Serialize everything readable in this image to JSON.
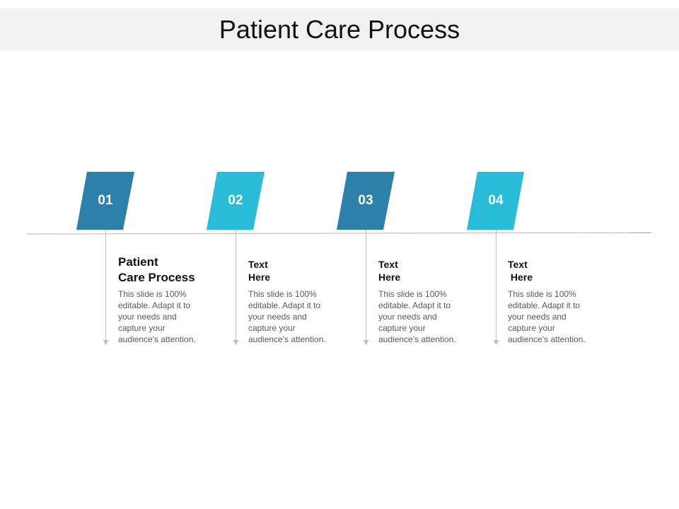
{
  "slide": {
    "title": "Patient Care Process"
  },
  "colors": {
    "dark_blue": "#2c80aa",
    "light_blue": "#29bcd8",
    "line": "#bfbfbf",
    "title_bg": "#f2f2f2"
  },
  "steps": [
    {
      "number": "01",
      "color": "dark_blue",
      "heading_lines": [
        "Patient",
        "Care Process"
      ],
      "body_lines": [
        "This slide is 100%",
        "editable. Adapt it to",
        "your needs and",
        "capture your",
        "audience's attention."
      ]
    },
    {
      "number": "02",
      "color": "light_blue",
      "heading_lines": [
        "Text",
        "Here"
      ],
      "body_lines": [
        "This slide is 100%",
        "editable. Adapt it to",
        "your needs and",
        "capture your",
        "audience's attention."
      ]
    },
    {
      "number": "03",
      "color": "dark_blue",
      "heading_lines": [
        "Text",
        "Here"
      ],
      "body_lines": [
        "This slide is 100%",
        "editable. Adapt it to",
        "your needs and",
        "capture your",
        "audience's attention."
      ]
    },
    {
      "number": "04",
      "color": "light_blue",
      "heading_lines": [
        "Text",
        " Here"
      ],
      "body_lines": [
        "This slide is 100%",
        "editable. Adapt it to",
        "your needs and",
        "capture your",
        "audience's attention."
      ]
    }
  ]
}
